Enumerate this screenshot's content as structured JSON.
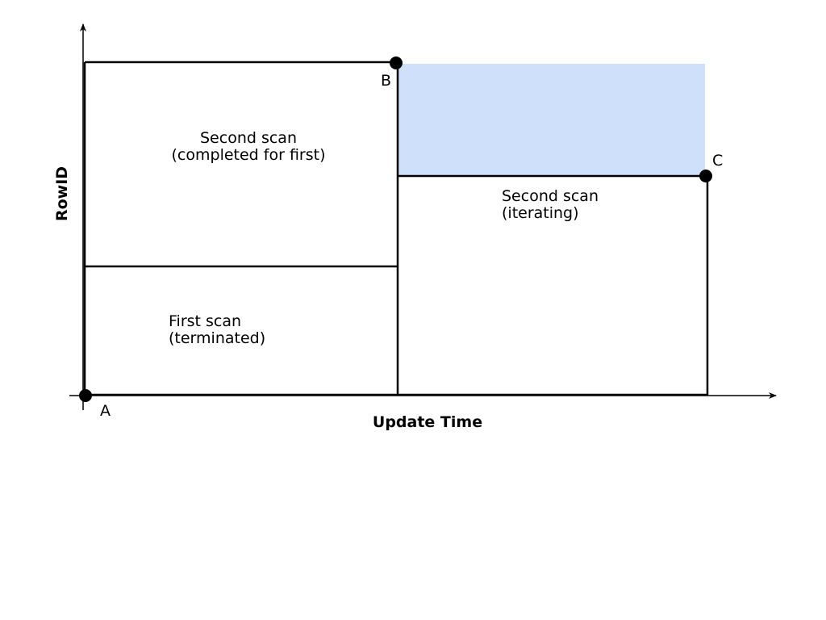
{
  "axes": {
    "x_label": "Update Time",
    "y_label": "RowID"
  },
  "points": {
    "a": "A",
    "b": "B",
    "c": "C"
  },
  "regions": {
    "first_scan": {
      "line1": "First scan",
      "line2": "(terminated)"
    },
    "second_scan_completed": {
      "line1": "Second scan",
      "line2": "(completed for first)"
    },
    "second_scan_iterating": {
      "line1": "Second scan",
      "line2": "(iterating)"
    }
  },
  "colors": {
    "highlight": "#cfe0fb",
    "stroke": "#000000"
  }
}
